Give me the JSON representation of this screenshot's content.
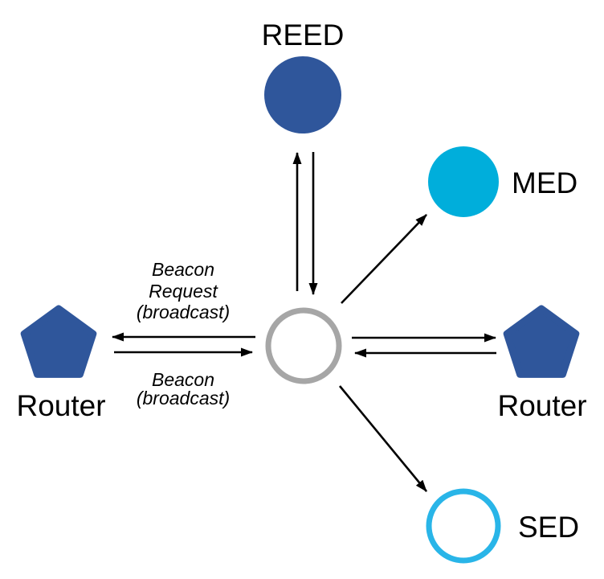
{
  "palette": {
    "node_blue": "#2F569B",
    "med_cyan": "#00AEDB",
    "sed_cyan": "#29B5E8",
    "center_gray": "#A6A6A6",
    "arrow_black": "#000000",
    "background": "#FFFFFF"
  },
  "diagram": {
    "type": "network-topology",
    "nodes": [
      {
        "id": "reed",
        "label": "REED",
        "shape": "circle-filled",
        "fill": "#2F569B"
      },
      {
        "id": "med",
        "label": "MED",
        "shape": "circle-filled",
        "fill": "#00AEDB"
      },
      {
        "id": "center",
        "label": "",
        "shape": "circle-outline",
        "stroke": "#A6A6A6"
      },
      {
        "id": "router-left",
        "label": "Router",
        "shape": "pentagon",
        "fill": "#2F569B"
      },
      {
        "id": "router-right",
        "label": "Router",
        "shape": "pentagon",
        "fill": "#2F569B"
      },
      {
        "id": "sed",
        "label": "SED",
        "shape": "circle-outline",
        "stroke": "#29B5E8"
      }
    ],
    "edges": [
      {
        "from": "center",
        "to": "reed",
        "bidirectional": true
      },
      {
        "from": "center",
        "to": "med",
        "bidirectional": false
      },
      {
        "from": "center",
        "to": "router-left",
        "bidirectional": true,
        "label_outgoing": "Beacon Request (broadcast)",
        "label_incoming": "Beacon (broadcast)"
      },
      {
        "from": "center",
        "to": "router-right",
        "bidirectional": true
      },
      {
        "from": "center",
        "to": "sed",
        "bidirectional": false
      }
    ],
    "annotations": {
      "beacon_request_lines": [
        "Beacon",
        "Request",
        "(broadcast)"
      ],
      "beacon_lines": [
        "Beacon",
        "(broadcast)"
      ]
    }
  }
}
